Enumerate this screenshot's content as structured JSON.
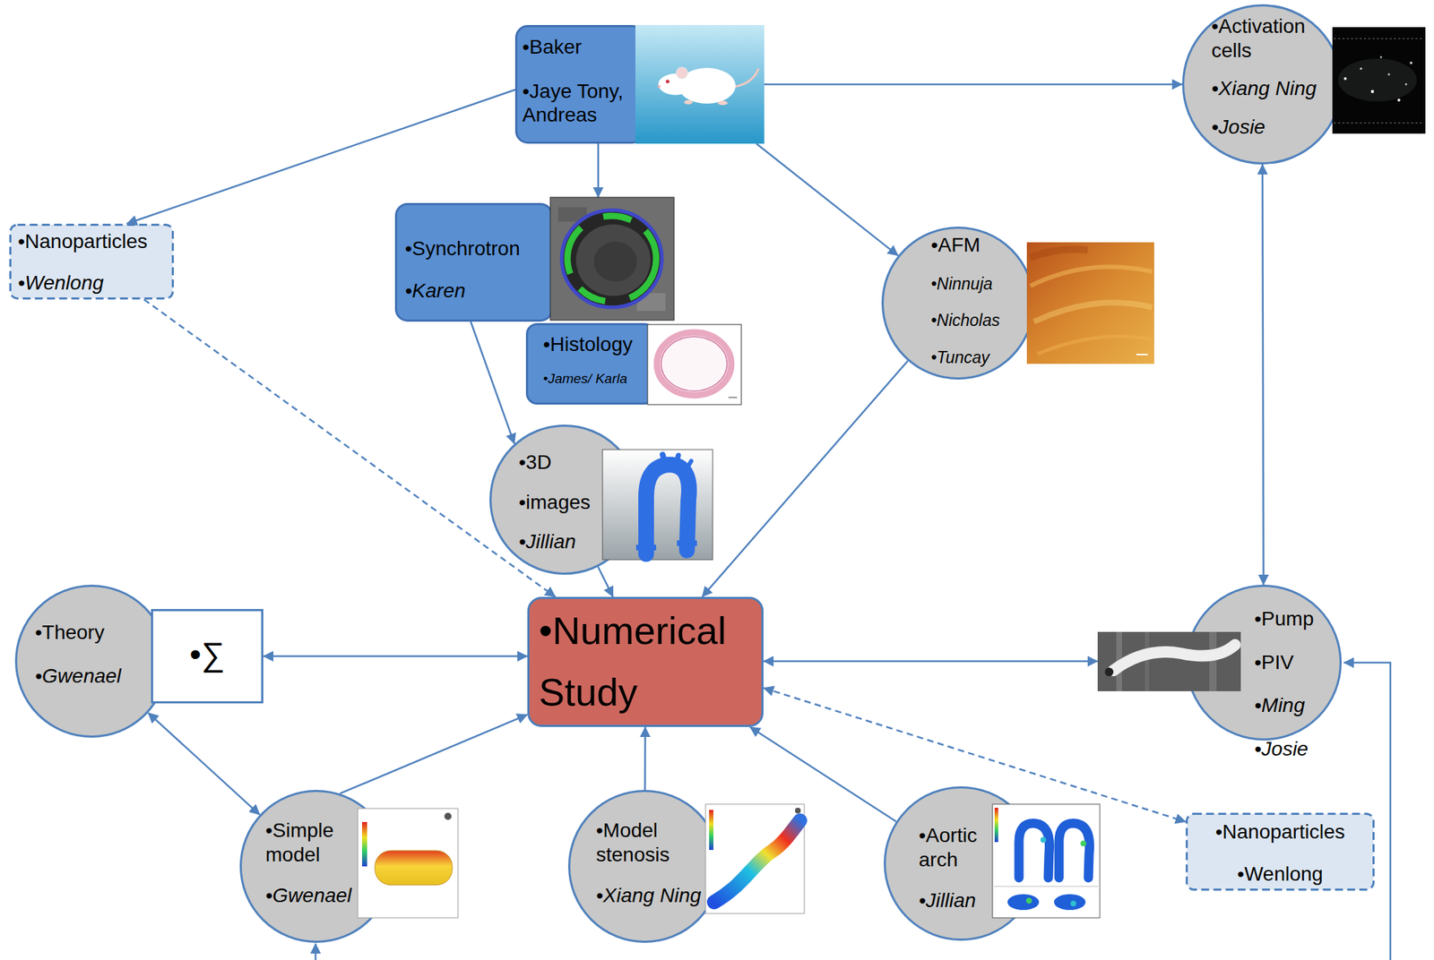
{
  "diagram": {
    "nodes": [
      {
        "text": [
          "•Baker",
          "•Jaye Tony, Andreas"
        ]
      },
      {
        "text": [
          "•Activation cells",
          "•Xiang Ning",
          "•Josie"
        ]
      },
      {
        "text": [
          "•Nanoparticles",
          "•Wenlong"
        ]
      },
      {
        "text": [
          "•Synchrotron",
          "•Karen"
        ]
      },
      {
        "text": [
          "•AFM",
          "•Ninnuja",
          "•Nicholas",
          "•Tuncay"
        ]
      },
      {
        "text": [
          "•Histology",
          "•James/ Karla"
        ]
      },
      {
        "text": [
          "•3D",
          "•images",
          "•Jillian"
        ]
      },
      {
        "text": [
          "•Theory",
          "•Gwenael"
        ]
      },
      {
        "text": [
          "•∑"
        ]
      },
      {
        "text": [
          "•Numerical Study"
        ]
      },
      {
        "text": [
          "•Pump",
          "•PIV",
          "•Ming",
          "•Josie"
        ]
      },
      {
        "text": [
          "•Simple model",
          "•Gwenael"
        ]
      },
      {
        "text": [
          "•Model stenosis",
          "•Xiang Ning"
        ]
      },
      {
        "text": [
          "•Aortic arch",
          "•Jillian"
        ]
      },
      {
        "text": [
          "•Nanoparticles",
          "•Wenlong"
        ]
      }
    ],
    "edges": [
      {
        "from": 0,
        "to": 1,
        "arrow": "to"
      },
      {
        "from": 0,
        "to": 2,
        "arrow": "to"
      },
      {
        "from": 0,
        "to": 3,
        "arrow": "to"
      },
      {
        "from": 0,
        "to": 4,
        "arrow": "to"
      },
      {
        "from": 2,
        "to": 9,
        "arrow": "to"
      },
      {
        "from": 3,
        "to": 6,
        "arrow": "to"
      },
      {
        "from": 4,
        "to": 9,
        "arrow": "to"
      },
      {
        "from": 6,
        "to": 9,
        "arrow": "to"
      },
      {
        "from": 8,
        "to": 9,
        "arrow": "both"
      },
      {
        "from": 7,
        "to": 11,
        "arrow": "both"
      },
      {
        "from": 11,
        "to": 9,
        "arrow": "to"
      },
      {
        "from": 12,
        "to": 9,
        "arrow": "to"
      },
      {
        "from": 13,
        "to": 9,
        "arrow": "to"
      },
      {
        "from": 9,
        "to": 14,
        "arrow": "both"
      },
      {
        "from": 9,
        "to": 10,
        "arrow": "both"
      },
      {
        "from": 1,
        "to": 10,
        "arrow": "both"
      }
    ]
  }
}
